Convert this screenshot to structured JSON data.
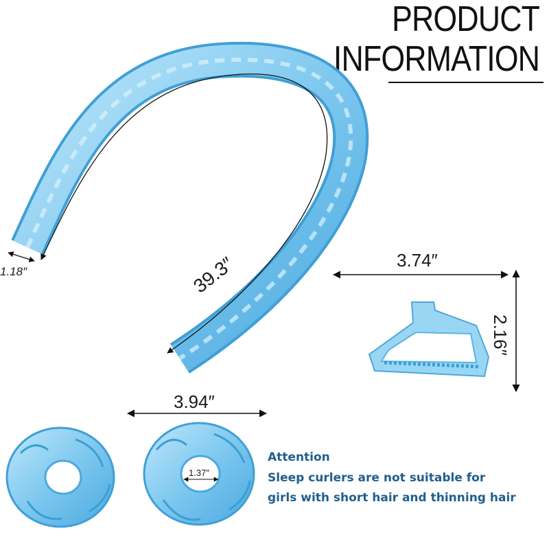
{
  "title": {
    "line1": "PRODUCT",
    "line2": "INFORMATION"
  },
  "dimensions": {
    "headband_length": "39.3″",
    "headband_width": "1.18″",
    "clip_width": "3.74″",
    "clip_height": "2.16″",
    "scrunchie_width": "3.94″",
    "scrunchie_inner": "1.37″"
  },
  "notice": {
    "heading": "Attention",
    "line1": "Sleep curlers are not suitable for",
    "line2": "girls with short hair and thinning hair"
  },
  "colors": {
    "satin": "#7ec8ef",
    "satin_dark": "#4aa9df",
    "satin_light": "#c3e9fb",
    "notice_text": "#1f5f8e",
    "ink": "#111111"
  }
}
